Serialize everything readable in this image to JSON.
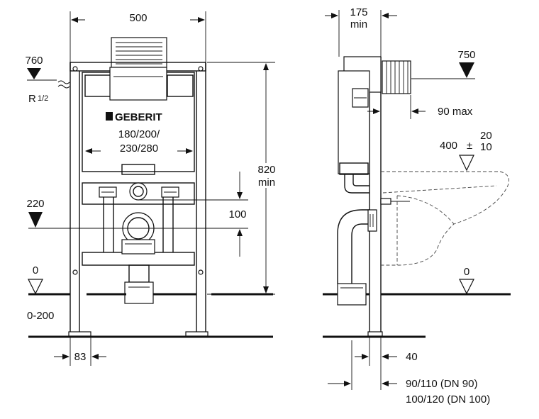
{
  "front": {
    "width_label": "500",
    "brand_label": "GEBERIT",
    "size_line1": "180/200/",
    "size_line2": "230/280",
    "height_760": "760",
    "r_label": "R",
    "r_frac": "1/2",
    "height_820": "820",
    "height_820_min": "min",
    "height_220": "220",
    "spacing_100": "100",
    "floor_level": "0",
    "adjust_range": "0-200",
    "leg_width": "83"
  },
  "side": {
    "depth_175": "175",
    "depth_175_min": "min",
    "height_750": "750",
    "depth_90": "90 max",
    "height_400": "400",
    "tol_plus": "±",
    "tol_up": "20",
    "tol_down": "10",
    "floor_level": "0",
    "offset_40": "40",
    "pipe_line1": "90/110 (DN 90)",
    "pipe_line2": "100/120 (DN 100)"
  }
}
